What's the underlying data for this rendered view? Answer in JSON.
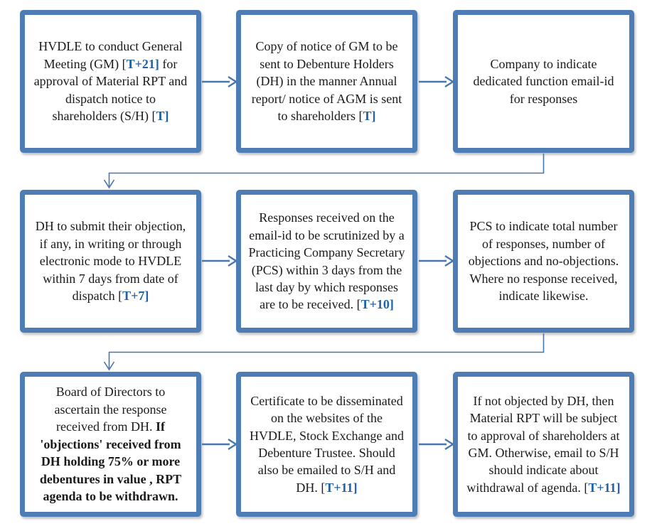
{
  "colors": {
    "box_border": "#4E7DB5",
    "connector": "#4677AE",
    "text": "#1A1A1A",
    "accent_text": "#2062A8",
    "background": "#FFFFFF"
  },
  "flowchart": {
    "boxes": [
      {
        "id": "step-1",
        "segments": [
          {
            "t": "HVDLE to conduct General Meeting (GM) "
          },
          {
            "prefix": "[",
            "t": "T+21]",
            "s": "accent"
          },
          {
            "t": " for approval of Material RPT and dispatch notice to shareholders (S/H) "
          },
          {
            "prefix": "[",
            "t": "T]",
            "s": "accent"
          }
        ]
      },
      {
        "id": "step-2",
        "segments": [
          {
            "t": "Copy of notice of GM to be sent to Debenture Holders (DH) in the manner Annual report/ notice of AGM is sent to shareholders "
          },
          {
            "prefix": "[",
            "t": "T]",
            "s": "accent"
          }
        ]
      },
      {
        "id": "step-3",
        "segments": [
          {
            "t": "Company to indicate dedicated function email-id for responses"
          }
        ]
      },
      {
        "id": "step-4",
        "segments": [
          {
            "t": "DH to submit their objection, if any, in writing or through electronic mode to HVDLE within 7 days from date of dispatch "
          },
          {
            "prefix": "[",
            "t": "T+7]",
            "s": "accent"
          }
        ]
      },
      {
        "id": "step-5",
        "segments": [
          {
            "t": "Responses received on the email-id to be scrutinized by a Practicing Company Secretary (PCS) within 3 days from the last day by which responses are to be received. "
          },
          {
            "prefix": "[",
            "t": "T+10]",
            "s": "accent"
          }
        ]
      },
      {
        "id": "step-6",
        "segments": [
          {
            "t": "PCS to indicate total number of responses, number of objections and no-objections. Where no response received, indicate likewise."
          }
        ]
      },
      {
        "id": "step-7",
        "segments": [
          {
            "t": "Board of Directors to ascertain the response received from DH. "
          },
          {
            "t": "If 'objections' received from DH holding 75% or more debentures in value , RPT agenda to be withdrawn.",
            "s": "bold"
          }
        ]
      },
      {
        "id": "step-8",
        "segments": [
          {
            "t": "Certificate to be disseminated on the websites of the HVDLE, Stock Exchange and Debenture Trustee. Should also be emailed to S/H and DH. "
          },
          {
            "prefix": "[",
            "t": "T+11]",
            "s": "accent"
          }
        ]
      },
      {
        "id": "step-9",
        "segments": [
          {
            "t": "If not objected by DH, then Material RPT will be subject to approval of shareholders at GM. Otherwise, email to S/H should indicate about withdrawal of agenda. "
          },
          {
            "prefix": "[",
            "t": "T+11]",
            "s": "accent"
          }
        ]
      }
    ]
  }
}
